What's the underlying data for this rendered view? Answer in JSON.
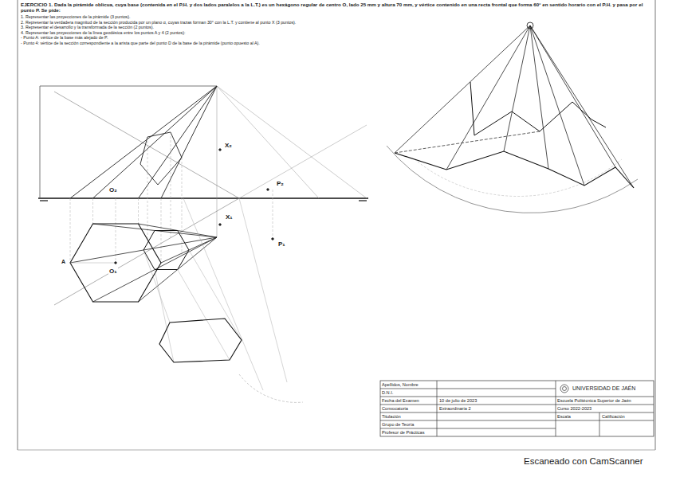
{
  "diagram": {
    "labels": [
      "EJERCICIO 1. Dada la pirámide oblicua, cuya base (contenida en el P.H. y dos lados paralelos a la L.T.) es un hexágono regular de centro O, lado 25 mm y altura 70 mm, y vértice contenido en una recta frontal que forma 60° en sentido horario con el P.H. y pasa por el punto P. Se pide:",
      "1. Representar las proyecciones de la pirámide (3 puntos).",
      "2. Representar la verdadera magnitud de la sección producida por un plano α, cuyas trazas forman 30° con la L.T. y contiene al punto X (3 puntos).",
      "3. Representar el desarrollo y la transformada de la sección (2 puntos).",
      "4. Representar las proyecciones de la línea geodésica entre los puntos A y 4 (2 puntos):",
      "- Punto A: vértice de la base más alejado de P.",
      "- Punto 4: vértice de la sección correspondiente a la arista que parte del punto D de la base de la pirámide (punto opuesto al A).",
      "O₂",
      "O₁",
      "P₂",
      "P₁",
      "X₂",
      "X₁",
      "A",
      "Apellidos, Nombre",
      "D.N.I.",
      "Fecha del Examen",
      "10 de julio de 2023",
      "Convocatoria",
      "Extraordinaria 2",
      "Titulación",
      "Grupo de Teoría",
      "Profesor de Prácticas",
      "UNIVERSIDAD DE JAÉN",
      "Escuela Politécnica Superior de Jaén",
      "Curso 2022-2023",
      "Escala",
      "Calificación",
      "Escaneado con CamScanner"
    ]
  }
}
